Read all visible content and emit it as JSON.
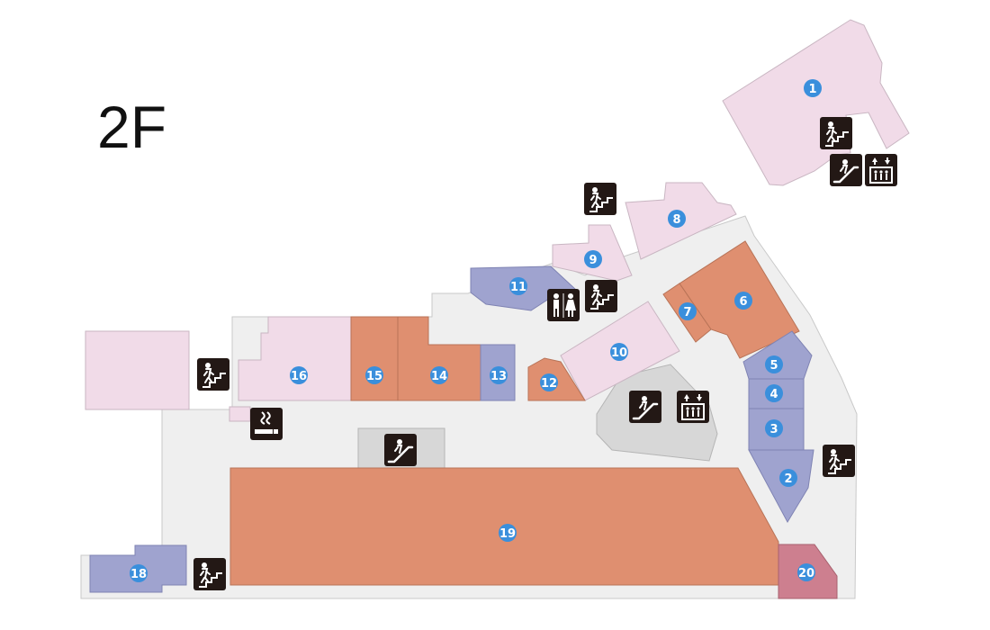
{
  "floor": "2F",
  "colors": {
    "corridor": "#efefef",
    "corridor_edge": "#c9c9c9",
    "pink": "#f1dbe8",
    "orange": "#df8f70",
    "lavender": "#9fa3cf",
    "rose": "#cd7f8f",
    "gray_block": "#d7d7d7",
    "marker": "#3a8fdc",
    "icon_bg": "#231815"
  },
  "stores": [
    {
      "id": "1",
      "label": "1"
    },
    {
      "id": "2",
      "label": "2"
    },
    {
      "id": "3",
      "label": "3"
    },
    {
      "id": "4",
      "label": "4"
    },
    {
      "id": "5",
      "label": "5"
    },
    {
      "id": "6",
      "label": "6"
    },
    {
      "id": "7",
      "label": "7"
    },
    {
      "id": "8",
      "label": "8"
    },
    {
      "id": "9",
      "label": "9"
    },
    {
      "id": "10",
      "label": "10"
    },
    {
      "id": "11",
      "label": "11"
    },
    {
      "id": "12",
      "label": "12"
    },
    {
      "id": "13",
      "label": "13"
    },
    {
      "id": "14",
      "label": "14"
    },
    {
      "id": "15",
      "label": "15"
    },
    {
      "id": "16",
      "label": "16"
    },
    {
      "id": "18",
      "label": "18"
    },
    {
      "id": "19",
      "label": "19"
    },
    {
      "id": "20",
      "label": "20"
    }
  ],
  "facilities": {
    "stairs": "stairs-icon",
    "escalator": "escalator-icon",
    "elevator": "elevator-icon",
    "restroom": "restroom-icon",
    "smoking": "smoking-area-icon"
  }
}
